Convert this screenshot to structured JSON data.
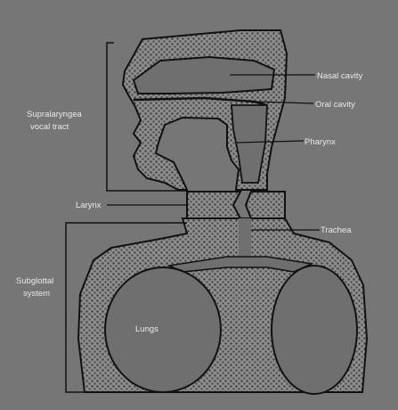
{
  "labels": {
    "nasal_cavity": "Nasal cavity",
    "oral_cavity": "Oral cavity",
    "pharynx": "Pharynx",
    "supralaryngeal_line1": "Supralaryngea",
    "supralaryngeal_line2": "vocal tract",
    "larynx": "Larynx",
    "trachea": "Trachea",
    "subglottal_line1": "Subglottal",
    "subglottal_line2": "system",
    "lungs": "Lungs"
  },
  "colors": {
    "background": "#767676",
    "tissue": "#8c8c8c",
    "airway": "#6f6f6f",
    "outline": "#111111",
    "label_text": "#e9e9e9"
  }
}
